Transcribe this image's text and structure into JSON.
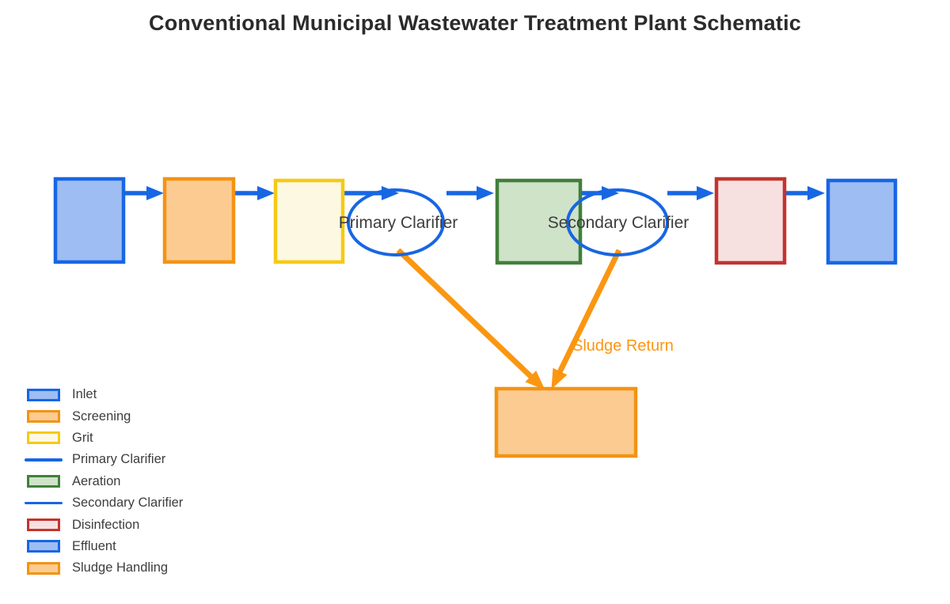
{
  "title": "Conventional Municipal Wastewater Treatment Plant Schematic",
  "colors": {
    "blue_stroke": "#1766e4",
    "blue_fill": "#9ebdf2",
    "orange_stroke": "#f39314",
    "orange_fill": "#fbcb92",
    "yellow_stroke": "#f6c915",
    "yellow_fill": "#fdf8e1",
    "green_stroke": "#41803a",
    "green_fill": "#cfe3c9",
    "red_stroke": "#c23430",
    "red_fill": "#f7e0e0",
    "sludge_arrow": "#fb9611",
    "label_text": "#3d3d3d",
    "title_text": "#2b2b2b"
  },
  "diagram": {
    "labels": {
      "primary_clarifier": "Primary Clarifier",
      "secondary_clarifier": "Secondary Clarifier",
      "sludge_return": "Sludge Return"
    },
    "flow_sequence": [
      "Inlet",
      "Screening",
      "Grit",
      "Primary Clarifier",
      "Aeration",
      "Secondary Clarifier",
      "Disinfection",
      "Effluent"
    ],
    "sludge_return": {
      "sources": [
        "Primary Clarifier",
        "Secondary Clarifier"
      ],
      "target": "Sludge Handling"
    }
  },
  "legend": {
    "items": [
      {
        "label": "Inlet",
        "swatch": "box",
        "color": "blue"
      },
      {
        "label": "Screening",
        "swatch": "box",
        "color": "orange"
      },
      {
        "label": "Grit",
        "swatch": "box",
        "color": "yellow"
      },
      {
        "label": "Primary Clarifier",
        "swatch": "line",
        "color": "blue"
      },
      {
        "label": "Aeration",
        "swatch": "box",
        "color": "green"
      },
      {
        "label": "Secondary Clarifier",
        "swatch": "line",
        "color": "blue"
      },
      {
        "label": "Disinfection",
        "swatch": "box",
        "color": "red"
      },
      {
        "label": "Effluent",
        "swatch": "box",
        "color": "blue"
      },
      {
        "label": "Sludge Handling",
        "swatch": "box",
        "color": "orange"
      }
    ]
  }
}
